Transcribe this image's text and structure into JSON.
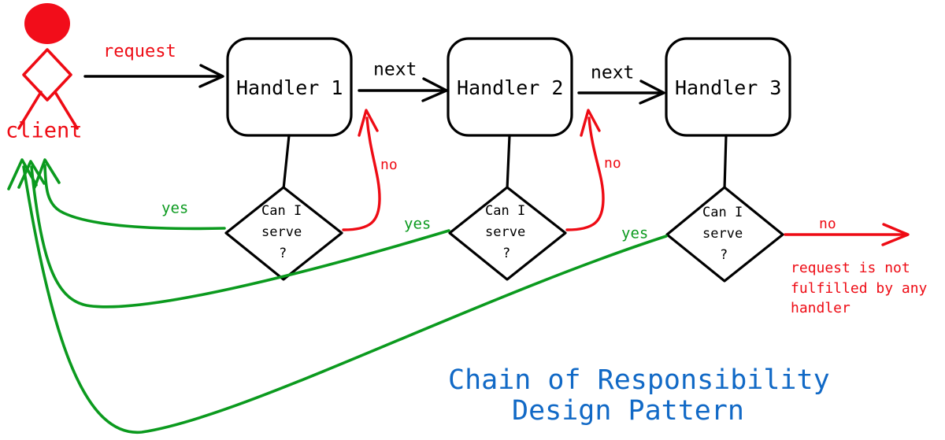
{
  "diagram": {
    "title_line1": "Chain of Responsibility",
    "title_line2": "Design Pattern",
    "title_color": "#1169c6",
    "background": "#ffffff",
    "colors": {
      "red": "#ee0b14",
      "green": "#0b9a1e",
      "black": "#000000",
      "blue": "#1169c6"
    },
    "actor": {
      "label": "client",
      "color": "#ee0b14",
      "icon": "stick-figure-person"
    },
    "request_edge": {
      "label": "request",
      "label_color": "#ee0b14",
      "line_color": "#000000"
    },
    "handlers": [
      {
        "label": "Handler 1",
        "decision": {
          "line1": "Can I",
          "line2": "serve",
          "line3": "?"
        }
      },
      {
        "label": "Handler 2",
        "decision": {
          "line1": "Can I",
          "line2": "serve",
          "line3": "?"
        }
      },
      {
        "label": "Handler 3",
        "decision": {
          "line1": "Can I",
          "line2": "serve",
          "line3": "?"
        }
      }
    ],
    "next_edges": [
      {
        "label": "next"
      },
      {
        "label": "next"
      }
    ],
    "no_edges": [
      {
        "label": "no",
        "color": "#ee0b14"
      },
      {
        "label": "no",
        "color": "#ee0b14"
      },
      {
        "label": "no",
        "color": "#ee0b14"
      }
    ],
    "yes_edges": [
      {
        "label": "yes",
        "color": "#0b9a1e"
      },
      {
        "label": "yes",
        "color": "#0b9a1e"
      },
      {
        "label": "yes",
        "color": "#0b9a1e"
      }
    ],
    "failure_note": {
      "line1": "request is not",
      "line2": "fulfilled by any",
      "line3": "handler",
      "color": "#ee0b14"
    }
  }
}
